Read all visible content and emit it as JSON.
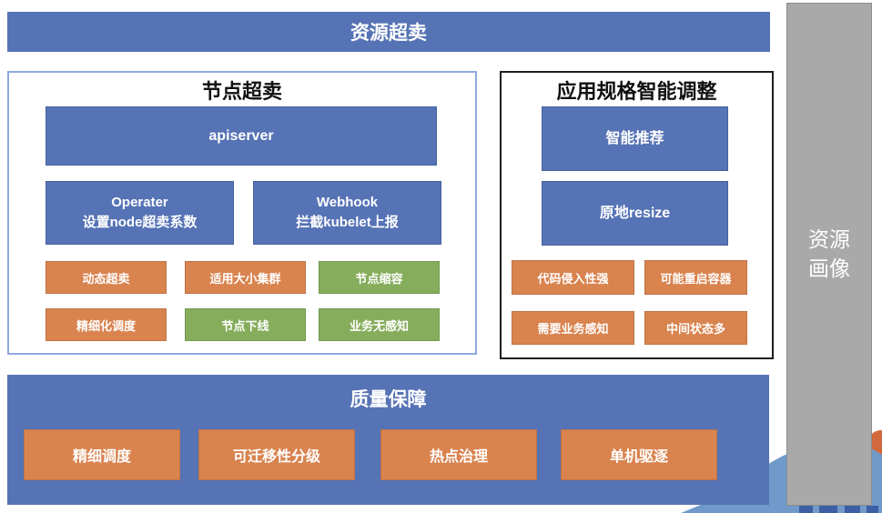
{
  "colors": {
    "banner_blue": "#5673b5",
    "box_blue": "#5673b5",
    "tag_orange": "#d9834f",
    "tag_green": "#86ad5c",
    "profile_gray": "#a9a9a9",
    "wave_blue": "#6f9ac9",
    "wave_deep_blue": "#3d5fa5",
    "wave_orange": "#d2693c"
  },
  "top_banner": {
    "label": "资源超卖"
  },
  "node_panel": {
    "title": "节点超卖",
    "apiserver_label": "apiserver",
    "operator_box": {
      "line1": "Operater",
      "line2": "设置node超卖系数"
    },
    "webhook_box": {
      "line1": "Webhook",
      "line2": "拦截kubelet上报"
    },
    "tags": [
      {
        "label": "动态超卖",
        "type": "orange"
      },
      {
        "label": "适用大小集群",
        "type": "orange"
      },
      {
        "label": "节点缩容",
        "type": "green"
      },
      {
        "label": "精细化调度",
        "type": "orange"
      },
      {
        "label": "节点下线",
        "type": "green"
      },
      {
        "label": "业务无感知",
        "type": "green"
      }
    ]
  },
  "app_panel": {
    "title": "应用规格智能调整",
    "recommend_label": "智能推荐",
    "resize_label": "原地resize",
    "tags": [
      {
        "label": "代码侵入性强",
        "type": "orange"
      },
      {
        "label": "可能重启容器",
        "type": "orange"
      },
      {
        "label": "需要业务感知",
        "type": "orange"
      },
      {
        "label": "中间状态多",
        "type": "orange"
      }
    ]
  },
  "quality_banner": {
    "title": "质量保障",
    "items": [
      {
        "label": "精细调度"
      },
      {
        "label": "可迁移性分级"
      },
      {
        "label": "热点治理"
      },
      {
        "label": "单机驱逐"
      }
    ]
  },
  "profile_bar": {
    "line1": "资源",
    "line2": "画像"
  }
}
